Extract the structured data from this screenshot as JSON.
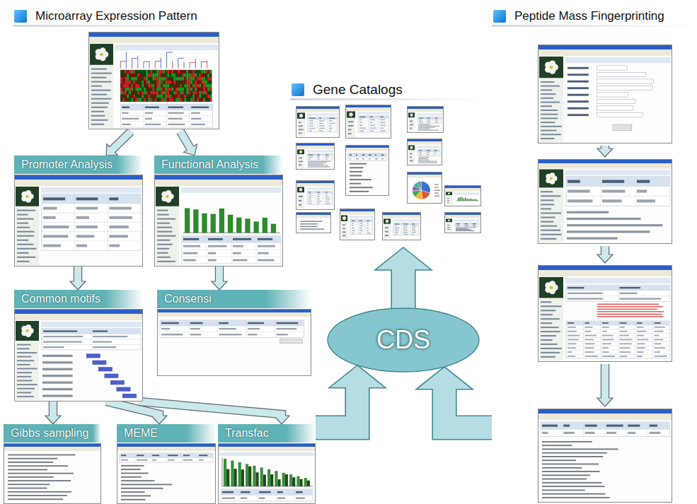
{
  "diagram": {
    "nodes": [
      {
        "text": [
          "Microarray Expression Pattern"
        ]
      },
      {
        "text": [
          "Promoter Analysis"
        ]
      },
      {
        "text": [
          "Functional Analysis"
        ]
      },
      {
        "text": [
          "Common motifs"
        ]
      },
      {
        "text": [
          "Consensi"
        ]
      },
      {
        "text": [
          "Gibbs sampling"
        ]
      },
      {
        "text": [
          "MEME"
        ]
      },
      {
        "text": [
          "Transfac"
        ]
      },
      {
        "text": [
          "CDS"
        ]
      },
      {
        "text": [
          "Gene Catalogs"
        ]
      },
      {
        "text": [
          "Peptide Mass Fingerprinting"
        ]
      }
    ],
    "edges": [
      {
        "from": 0,
        "to": 1,
        "arrow": "to"
      },
      {
        "from": 0,
        "to": 2,
        "arrow": "to"
      },
      {
        "from": 1,
        "to": 3,
        "arrow": "to"
      },
      {
        "from": 2,
        "to": 4,
        "arrow": "to"
      },
      {
        "from": 3,
        "to": 5,
        "arrow": "to"
      },
      {
        "from": 3,
        "to": 6,
        "arrow": "to"
      },
      {
        "from": 3,
        "to": 7,
        "arrow": "to"
      },
      {
        "from": 7,
        "to": 8,
        "arrow": "to"
      },
      {
        "from": 10,
        "to": 8,
        "arrow": "to"
      },
      {
        "from": 8,
        "to": 9,
        "arrow": "to"
      }
    ]
  }
}
